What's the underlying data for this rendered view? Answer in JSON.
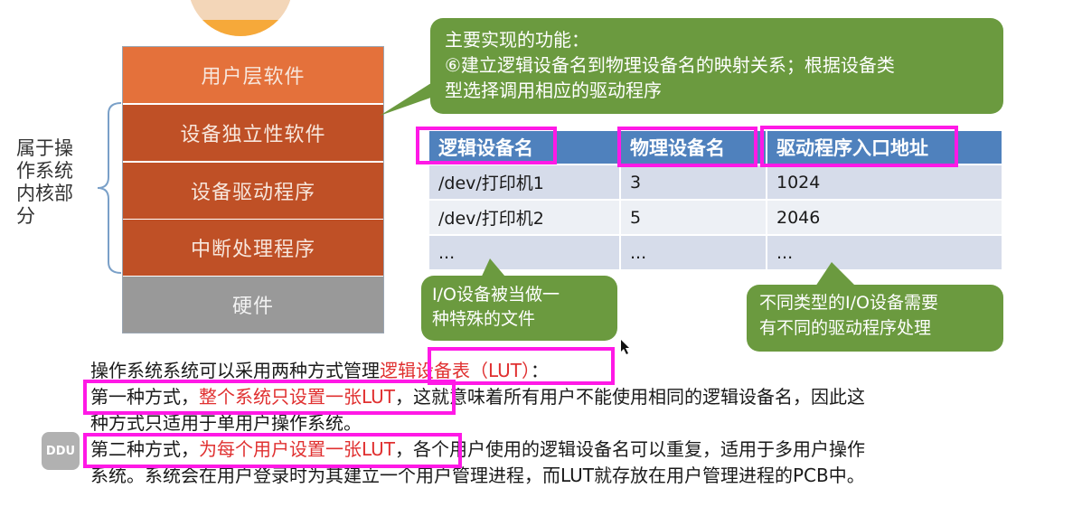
{
  "stack": {
    "layers": [
      "用户层软件",
      "设备独立性软件",
      "设备驱动程序",
      "中断处理程序",
      "硬件"
    ],
    "kernel_label": "属于操作系统内核部分",
    "layer_colors": {
      "user": "#e4713b",
      "kernel": "#bf5026",
      "hardware": "#999999"
    }
  },
  "top_callout": {
    "line1": "主要实现的功能：",
    "line2": "⑥建立逻辑设备名到物理设备名的映射关系；根据设备类",
    "line3": "型选择调用相应的驱动程序"
  },
  "table": {
    "headers": [
      "逻辑设备名",
      "物理设备名",
      "驱动程序入口地址"
    ],
    "rows": [
      [
        "/dev/打印机1",
        "3",
        "1024"
      ],
      [
        "/dev/打印机2",
        "5",
        "2046"
      ],
      [
        "...",
        "...",
        "..."
      ]
    ]
  },
  "left_callout": {
    "line1": "I/O设备被当做一",
    "line2": "种特殊的文件"
  },
  "right_callout": {
    "line1": "不同类型的I/O设备需要",
    "line2": "有不同的驱动程序处理"
  },
  "paragraph": {
    "intro_prefix": "操作系统系统可以采用两种方式管理",
    "intro_highlight": "逻辑设备表（LUT）",
    "intro_suffix": "：",
    "way1_prefix": "第一种方式，",
    "way1_highlight": "整个系统只设置一张LUT",
    "way1_suffix": "，这就意味着所有用户不能使用相同的逻辑设备名，因此这",
    "way1_line2": "种方式只适用于单用户操作系统。",
    "way2_prefix": "第二种方式，",
    "way2_highlight": "为每个用户设置一张LUT",
    "way2_suffix": "，各个用户使用的逻辑设备名可以重复，适用于多用户操作",
    "way2_line2": "系统。系统会在用户登录时为其建立一个用户管理进程，而LUT就存放在用户管理进程的PCB中。"
  },
  "watermark": "DDU",
  "colors": {
    "callout_green": "#6b9a3f",
    "table_header": "#4f81bd",
    "highlight_magenta": "#ff19e6",
    "emphasis_red": "#e03030"
  }
}
